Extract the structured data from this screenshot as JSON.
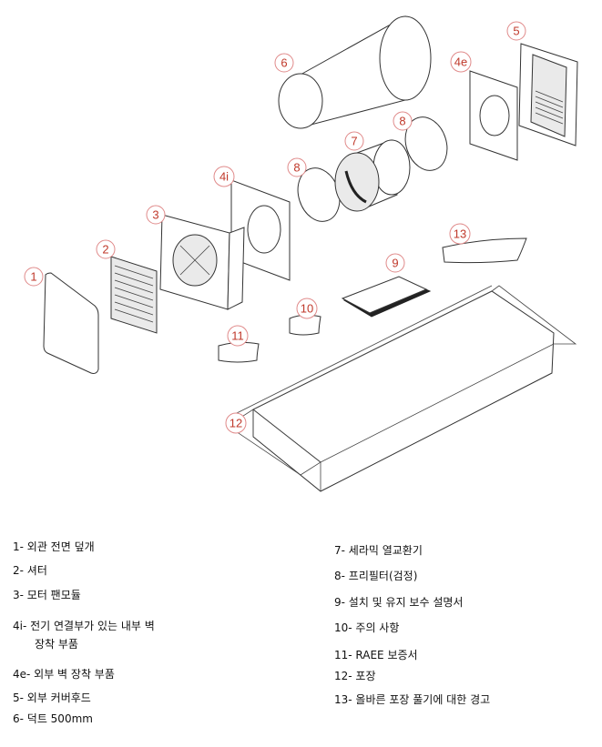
{
  "callouts": [
    "1",
    "2",
    "3",
    "4i",
    "4e",
    "5",
    "6",
    "7",
    "8",
    "8",
    "9",
    "10",
    "11",
    "12",
    "13"
  ],
  "legend": {
    "left": [
      {
        "text": "1- 외관 전면 덮개"
      },
      {
        "text": "2- 셔터"
      },
      {
        "text": "3- 모터 팬모듈"
      },
      {
        "text": "4i- 전기 연결부가 있는 내부 벽",
        "sub": "장착 부품"
      },
      {
        "text": "4e- 외부 벽 장착 부품"
      },
      {
        "text": "5- 외부 커버후드"
      },
      {
        "text": "6- 덕트 500mm"
      }
    ],
    "right": [
      {
        "text": "7- 세라믹 열교환기"
      },
      {
        "text": "8- 프리필터(검정)"
      },
      {
        "text": "9- 설치 및 유지 보수 설명서"
      },
      {
        "text": "10- 주의 사항"
      },
      {
        "text": "11- RAEE 보증서"
      },
      {
        "text": "12- 포장"
      },
      {
        "text": "13- 올바른 포장 풀기에 대한 경고"
      }
    ]
  },
  "colors": {
    "callout_stroke": "#e08a8a",
    "callout_text": "#c0392b",
    "line": "#333333"
  }
}
